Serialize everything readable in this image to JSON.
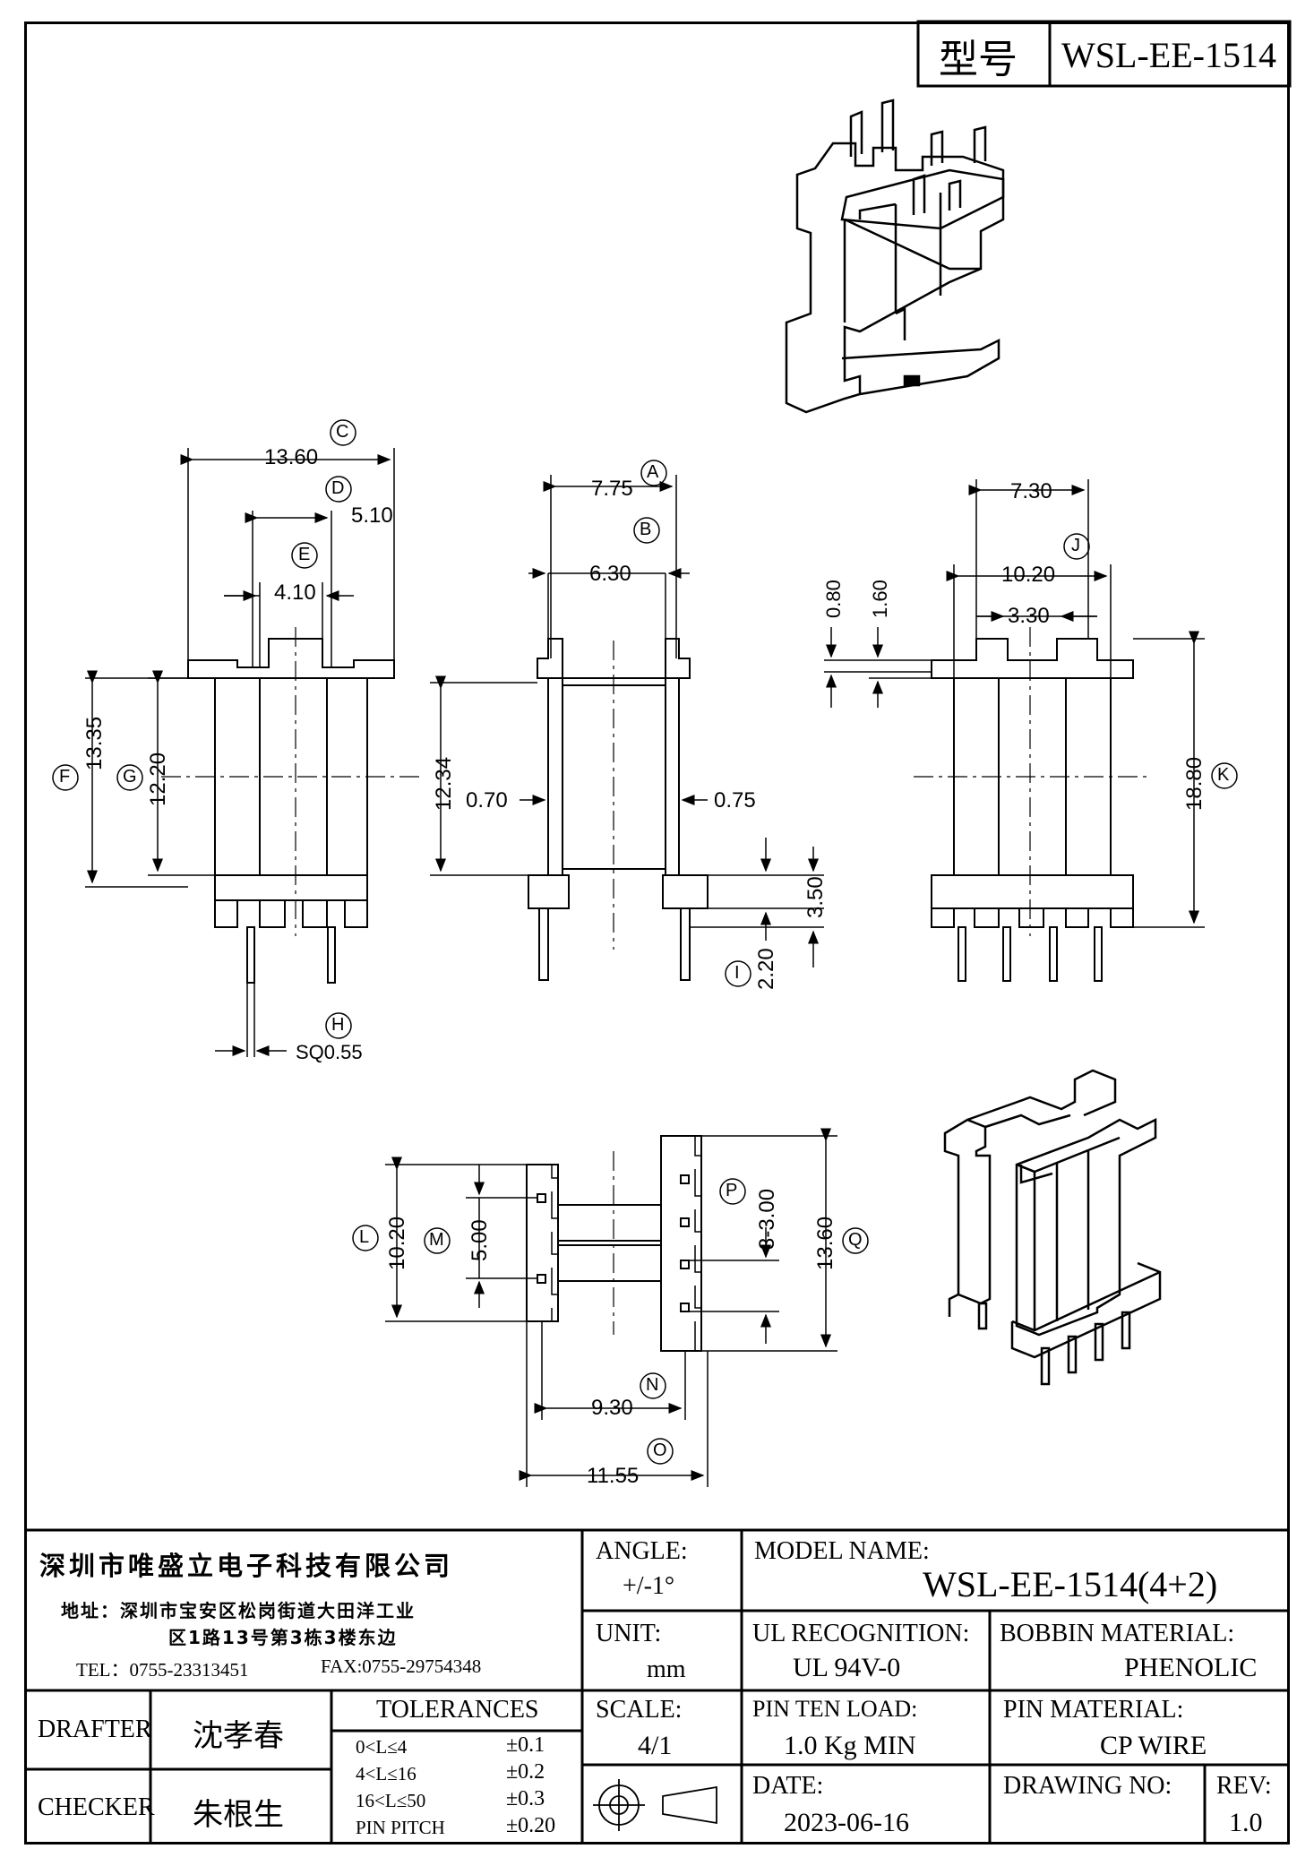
{
  "title_block_top": {
    "model_label": "型号",
    "model_value": "WSL-EE-1514"
  },
  "dimensions": {
    "C": "13.60",
    "D": "5.10",
    "E": "4.10",
    "F": "13.35",
    "G": "12.20",
    "H": "SQ0.55",
    "A": "7.75",
    "B": "6.30",
    "left_wall": "0.70",
    "right_wall": "0.75",
    "inner_h": "12.34",
    "I_a": "3.50",
    "I_b": "2.20",
    "side_top": "7.30",
    "J": "10.20",
    "side_slot": "3.30",
    "dim_080": "0.80",
    "dim_160": "1.60",
    "K": "18.80",
    "L": "10.20",
    "M": "5.00",
    "P": "3-3.00",
    "Q": "13.60",
    "N": "9.30",
    "O": "11.55"
  },
  "callouts": [
    "A",
    "B",
    "C",
    "D",
    "E",
    "F",
    "G",
    "H",
    "I",
    "J",
    "K",
    "L",
    "M",
    "N",
    "O",
    "P",
    "Q"
  ],
  "company": {
    "name": "深圳市唯盛立电子科技有限公司",
    "address_line1": "地址：深圳市宝安区松岗街道大田洋工业",
    "address_line2": "区1路13号第3栋3楼东边",
    "tel": "TEL：0755-23313451",
    "fax": "FAX:0755-29754348"
  },
  "angle": {
    "label": "ANGLE:",
    "value": "+/-1°"
  },
  "model": {
    "label": "MODEL NAME:",
    "value": "WSL-EE-1514(4+2)"
  },
  "unit": {
    "label": "UNIT:",
    "value": "mm"
  },
  "ul": {
    "label": "UL RECOGNITION:",
    "value": "UL 94V-0"
  },
  "bobbin": {
    "label": "BOBBIN MATERIAL:",
    "value": "PHENOLIC"
  },
  "drafter": {
    "label": "DRAFTER",
    "name": "沈孝春"
  },
  "checker": {
    "label": "CHECKER",
    "name": "朱根生"
  },
  "tolerances": {
    "header": "TOLERANCES",
    "rows": [
      {
        "range": "0<L≤4",
        "value": "±0.1"
      },
      {
        "range": "4<L≤16",
        "value": "±0.2"
      },
      {
        "range": "16<L≤50",
        "value": "±0.3"
      },
      {
        "range": "PIN PITCH",
        "value": "±0.20"
      }
    ]
  },
  "scale": {
    "label": "SCALE:",
    "value": "4/1"
  },
  "pin_ten_load": {
    "label": "PIN TEN LOAD:",
    "value": "1.0 Kg MIN"
  },
  "pin_material": {
    "label": "PIN MATERIAL:",
    "value": "CP WIRE"
  },
  "date": {
    "label": "DATE:",
    "value": "2023-06-16"
  },
  "drawing_no": {
    "label": "DRAWING NO:",
    "value": ""
  },
  "rev": {
    "label": "REV:",
    "value": "1.0"
  }
}
